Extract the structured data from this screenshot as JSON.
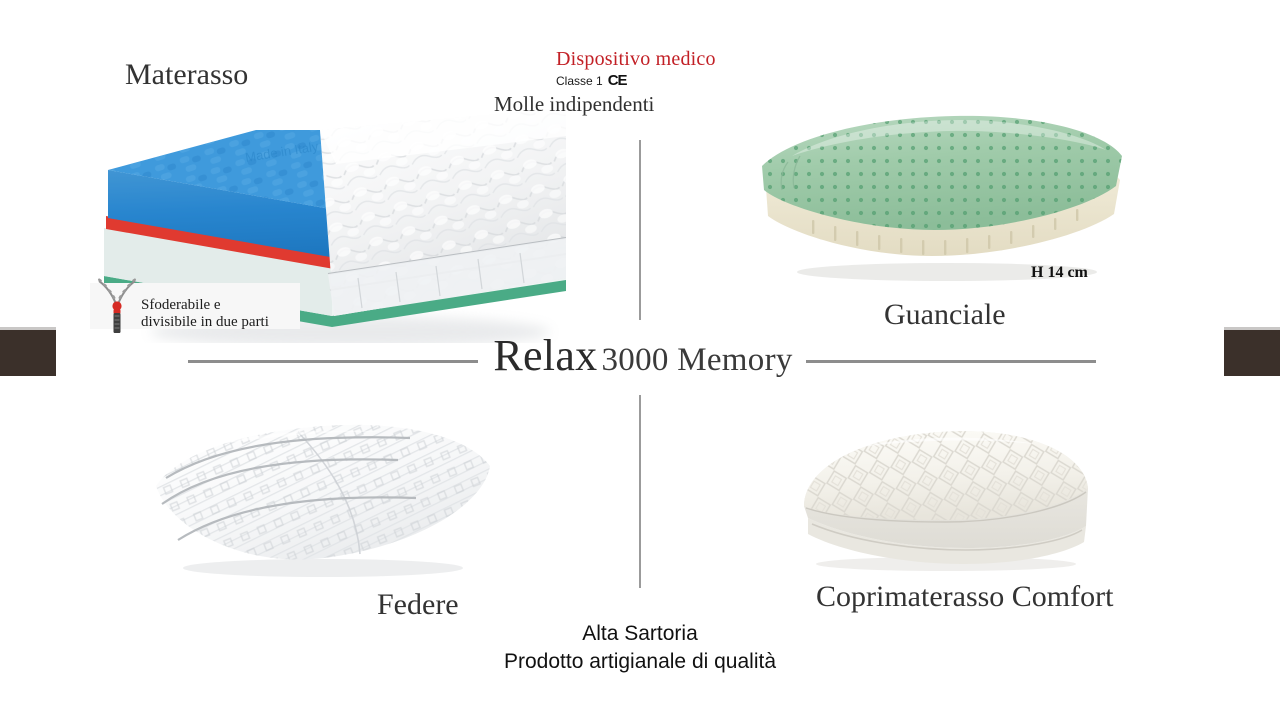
{
  "product": {
    "title_main": "Relax",
    "title_model": "3000 Memory"
  },
  "labels": {
    "mattress": "Materasso",
    "pillow": "Guanciale",
    "pillowcases": "Federe",
    "mattress_cover": "Coprimaterasso Comfort",
    "springs": "Molle indipendenti",
    "pillow_height": "H 14 cm"
  },
  "device_badge": {
    "title": "Dispositivo medico",
    "class_label": "Classe 1",
    "ce_mark": "CE"
  },
  "zipper_note": {
    "line1": "Sfoderabile e",
    "line2": "divisibile in due parti",
    "icon": "zipper-icon"
  },
  "caption": {
    "line1": "Alta Sartoria",
    "line2": "Prodotto artigianale di qualità"
  },
  "colors": {
    "device_red": "#c22026",
    "edge_block": "#3b302a",
    "divider": "#9b9b9b",
    "foam_blue": "#2f8fd8",
    "stripe_red": "#e03a30",
    "stripe_green": "#4aab86",
    "pillow_green": "#9ec9a9",
    "pillow_cream": "#efe9d5",
    "text_dark": "#2b2b2b"
  }
}
